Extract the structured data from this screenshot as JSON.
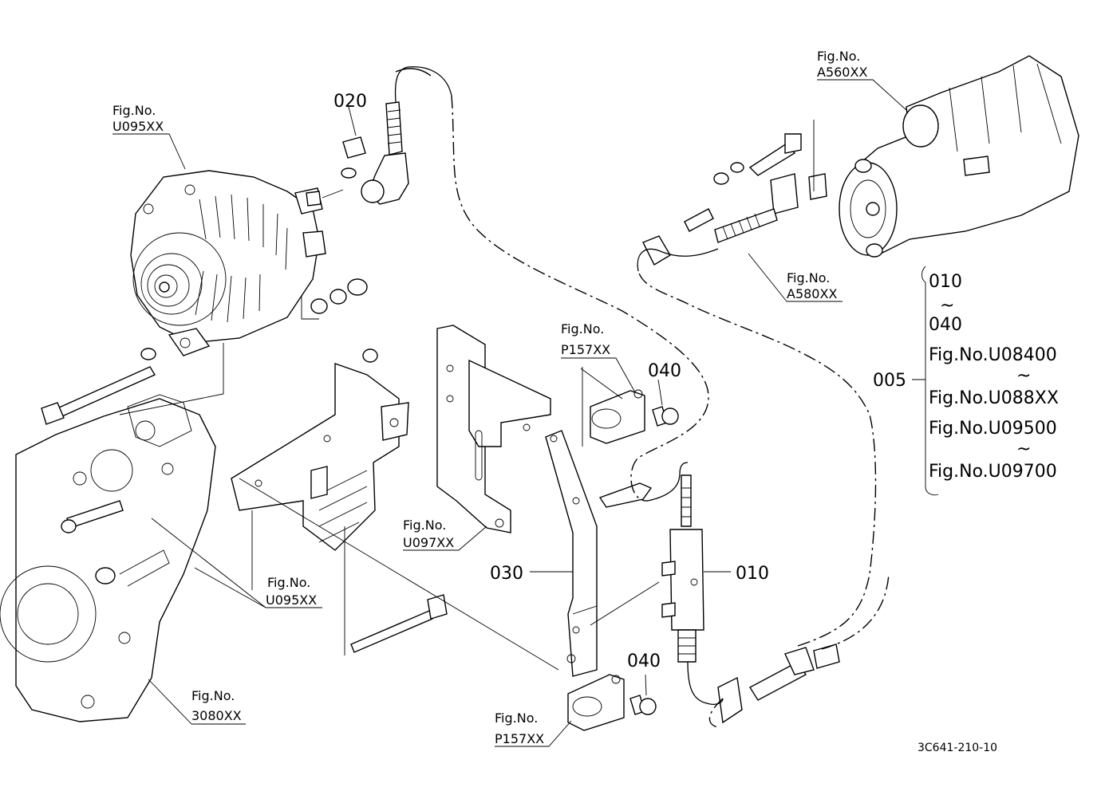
{
  "labels": {
    "a560": {
      "fig": "Fig.No.",
      "code": "A560XX"
    },
    "u095_top": {
      "fig": "Fig.No.",
      "code": "U095XX"
    },
    "a580": {
      "fig": "Fig.No.",
      "code": "A580XX"
    },
    "p157_top": {
      "fig": "Fig.No.",
      "code": "P157XX"
    },
    "u097": {
      "fig": "Fig.No.",
      "code": "U097XX"
    },
    "u095_mid": {
      "fig": "Fig.No.",
      "code": "U095XX"
    },
    "f3080": {
      "fig": "Fig.No.",
      "code": "3080XX"
    },
    "p157_bot": {
      "fig": "Fig.No.",
      "code": "P157XX"
    }
  },
  "part_numbers": {
    "p020": "020",
    "p040_top": "040",
    "p030": "030",
    "p010": "010",
    "p040_bot": "040"
  },
  "assembly": {
    "id": "005",
    "lines": [
      "010",
      "~",
      "040",
      "Fig.No.U08400",
      "~",
      "Fig.No.U088XX",
      "Fig.No.U09500",
      "~",
      "Fig.No.U09700"
    ]
  },
  "drawing_code": "3C641-210-10",
  "colors": {
    "ink": "#000000",
    "paper": "#ffffff"
  }
}
